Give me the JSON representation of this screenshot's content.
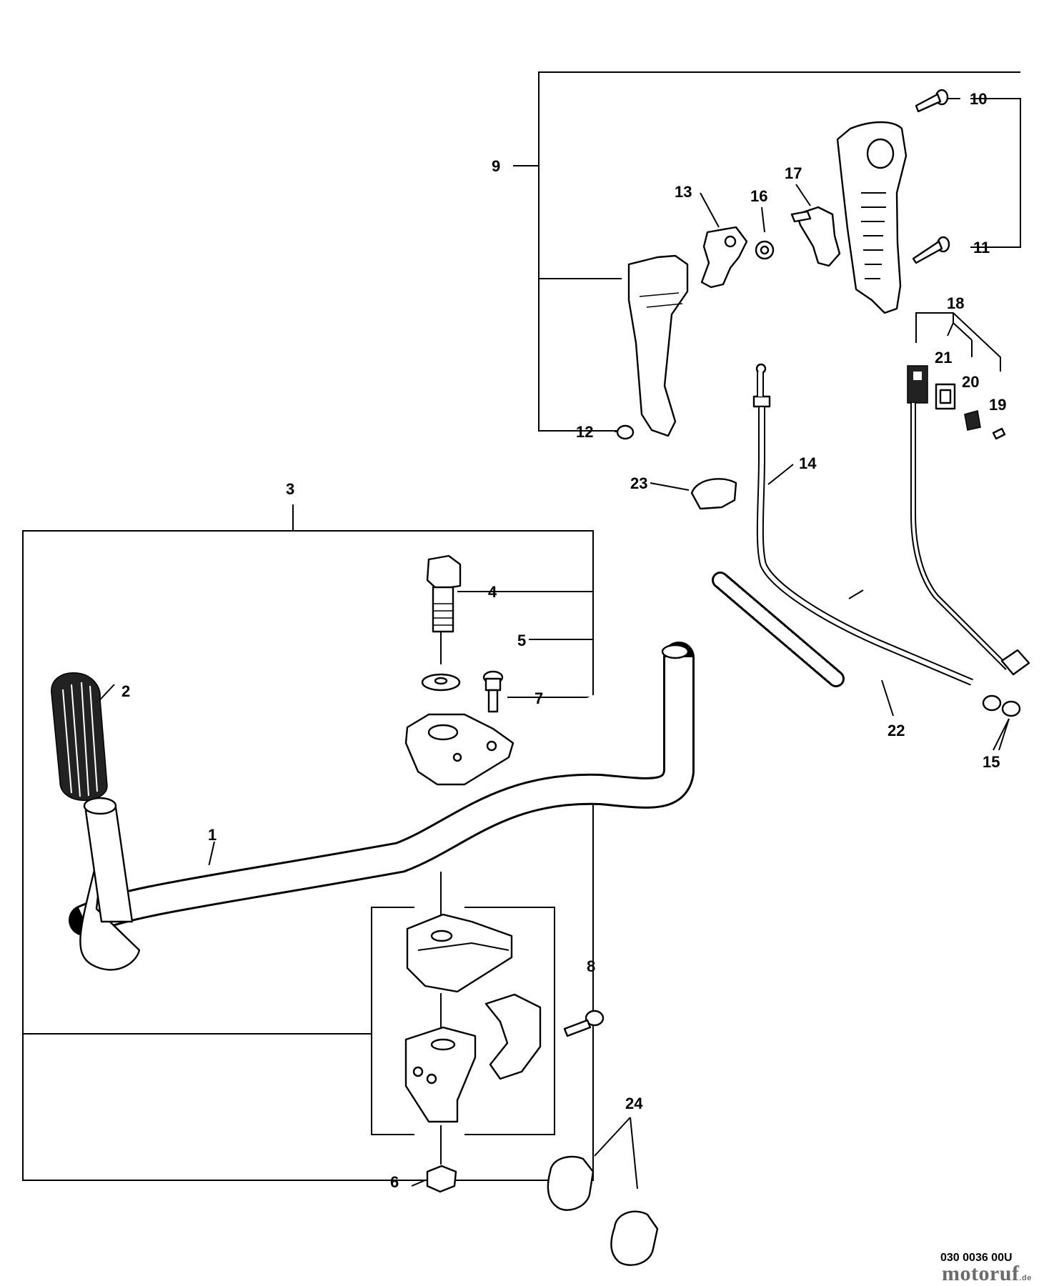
{
  "callouts": {
    "c1": "1",
    "c2": "2",
    "c3": "3",
    "c4": "4",
    "c5": "5",
    "c6": "6",
    "c7": "7",
    "c8": "8",
    "c9": "9",
    "c10": "10",
    "c11": "11",
    "c12": "12",
    "c13": "13",
    "c14": "14",
    "c15": "15",
    "c16": "16",
    "c17": "17",
    "c18": "18",
    "c19": "19",
    "c20": "20",
    "c21": "21",
    "c22": "22",
    "c23": "23",
    "c24": "24"
  },
  "drawing_code": "030 0036 00U",
  "watermark": {
    "brand": "motoruf",
    "ext": ".de"
  }
}
